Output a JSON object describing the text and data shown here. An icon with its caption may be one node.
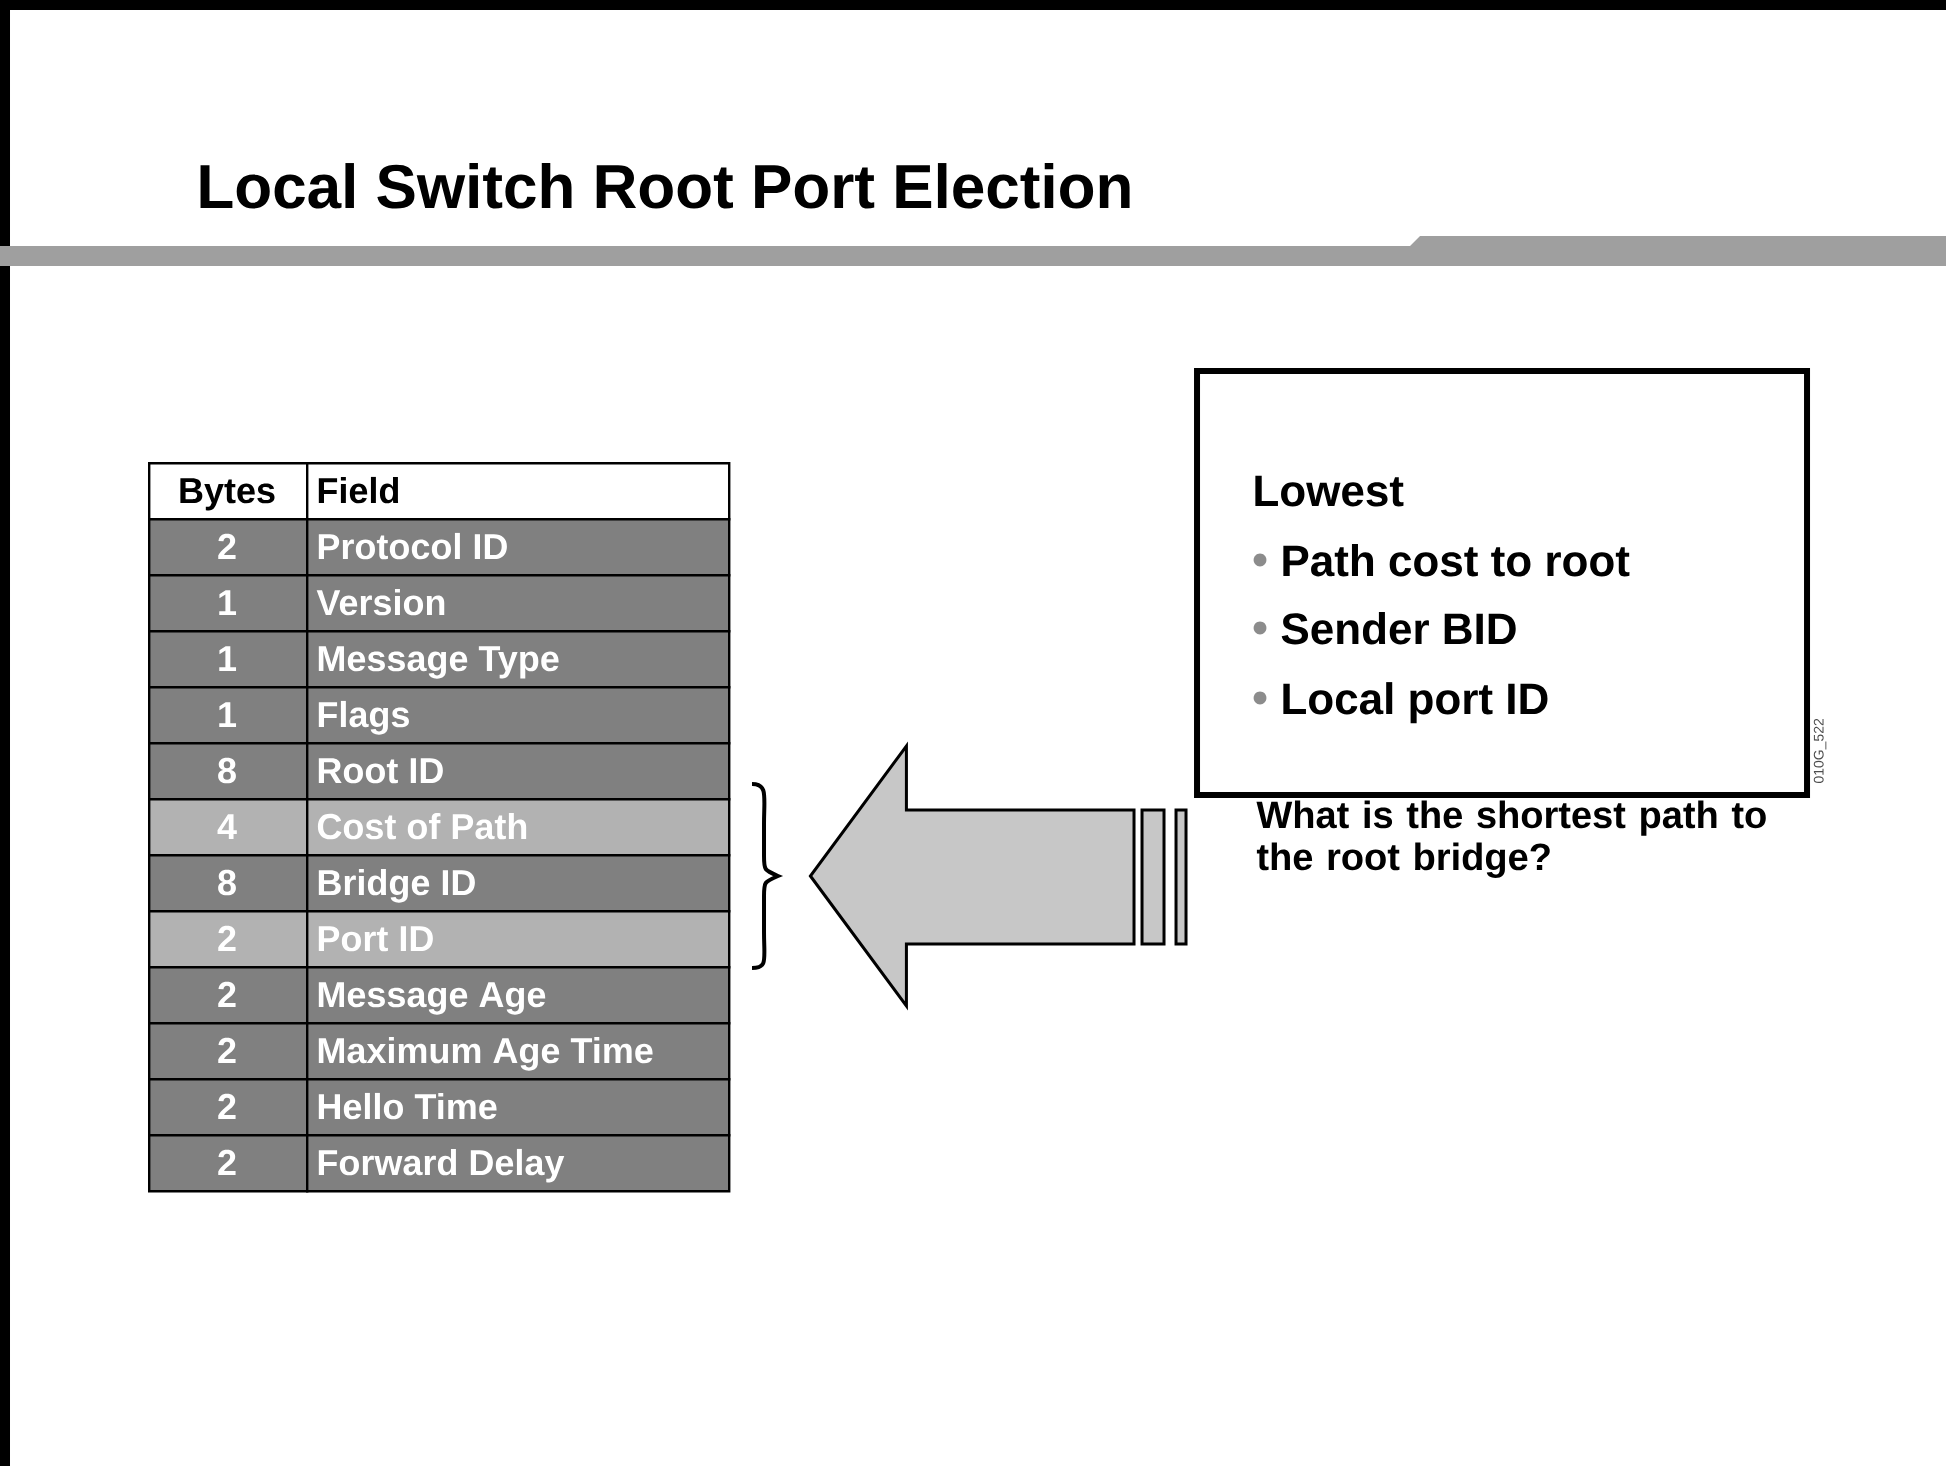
{
  "diagram": {
    "title": "Local Switch Root Port Election",
    "nodes": [
      {
        "text": [
          "Lowest",
          "Path cost to root",
          "Sender BID",
          "Local port ID"
        ],
        "beside": [
          "What is the shortest path to the root bridge?"
        ]
      },
      {
        "text": [],
        "shape": "bracket"
      }
    ],
    "edges": [
      {
        "from": 0,
        "to": 1,
        "arrow": "to"
      }
    ],
    "labels": [
      "Bytes",
      "Field",
      "2",
      "Protocol ID",
      "1",
      "Version",
      "1",
      "Message Type",
      "1",
      "Flags",
      "8",
      "Root ID",
      "4",
      "Cost of Path",
      "8",
      "Bridge ID",
      "2",
      "Port ID",
      "2",
      "Message Age",
      "2",
      "Maximum Age Time",
      "2",
      "Hello Time",
      "2",
      "Forward Delay",
      "010G_522"
    ]
  }
}
